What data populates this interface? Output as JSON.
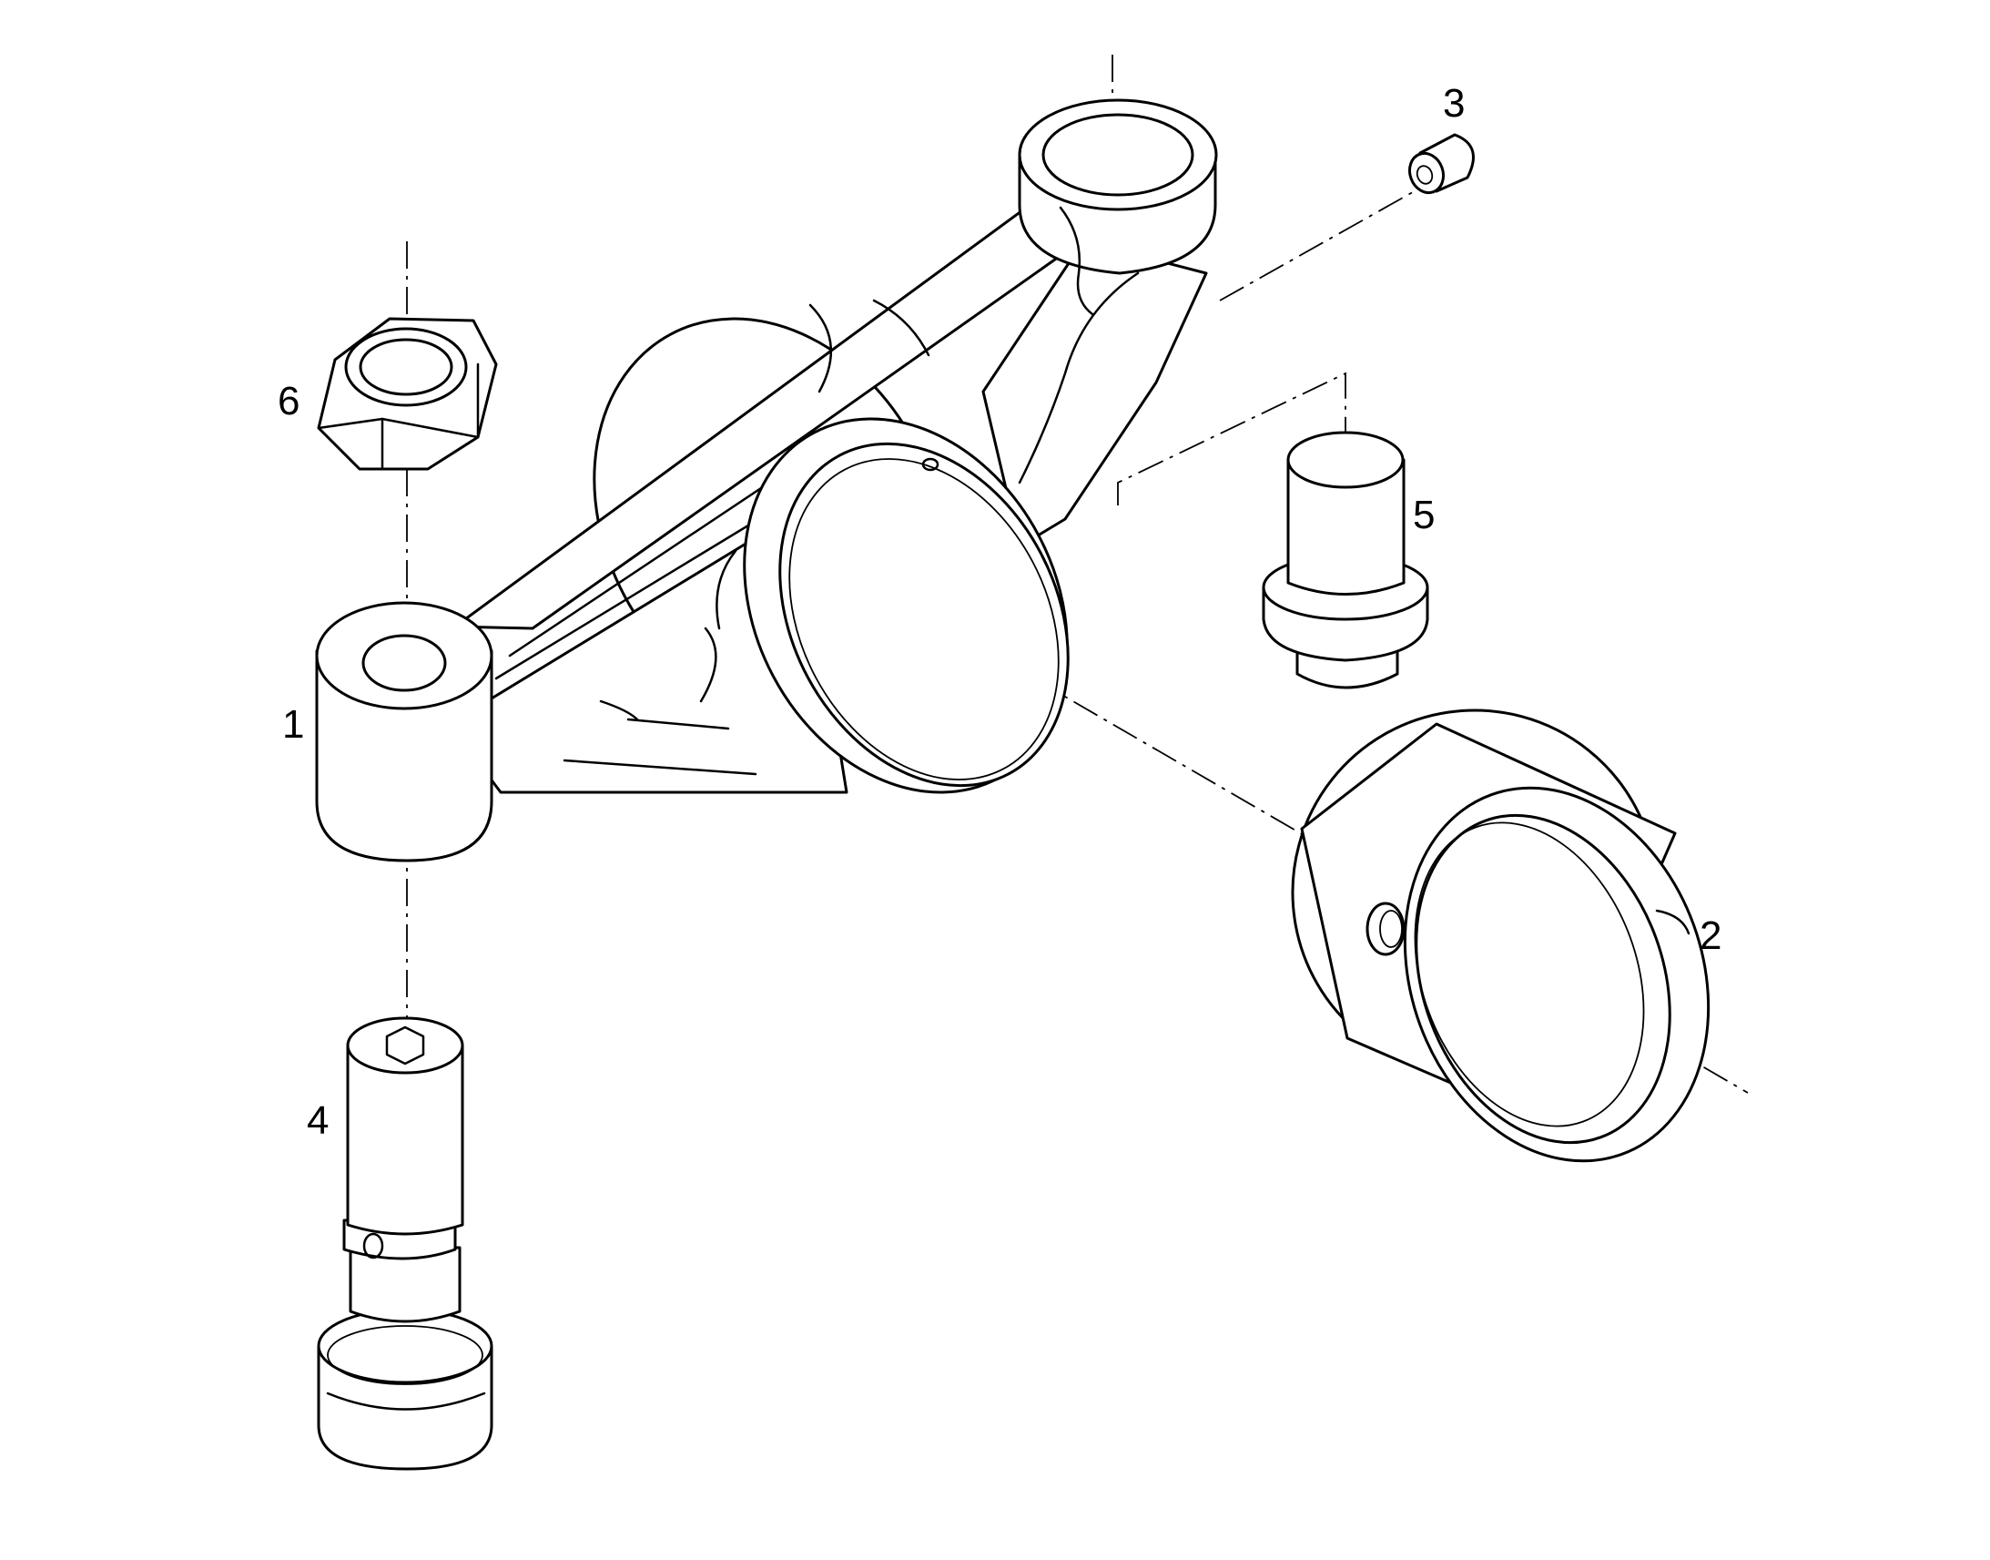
{
  "callouts": {
    "part_1": "1",
    "part_2": "2",
    "part_3": "3",
    "part_4": "4",
    "part_5": "5",
    "part_6": "6"
  },
  "parts": [
    {
      "callout": "1",
      "icon": "rocker-arm-icon"
    },
    {
      "callout": "2",
      "icon": "bushing-icon"
    },
    {
      "callout": "3",
      "icon": "plug-icon"
    },
    {
      "callout": "4",
      "icon": "adjusting-screw-icon"
    },
    {
      "callout": "5",
      "icon": "pin-icon"
    },
    {
      "callout": "6",
      "icon": "hex-nut-icon"
    }
  ],
  "colors": {
    "line": "#000000",
    "background": "#ffffff"
  }
}
